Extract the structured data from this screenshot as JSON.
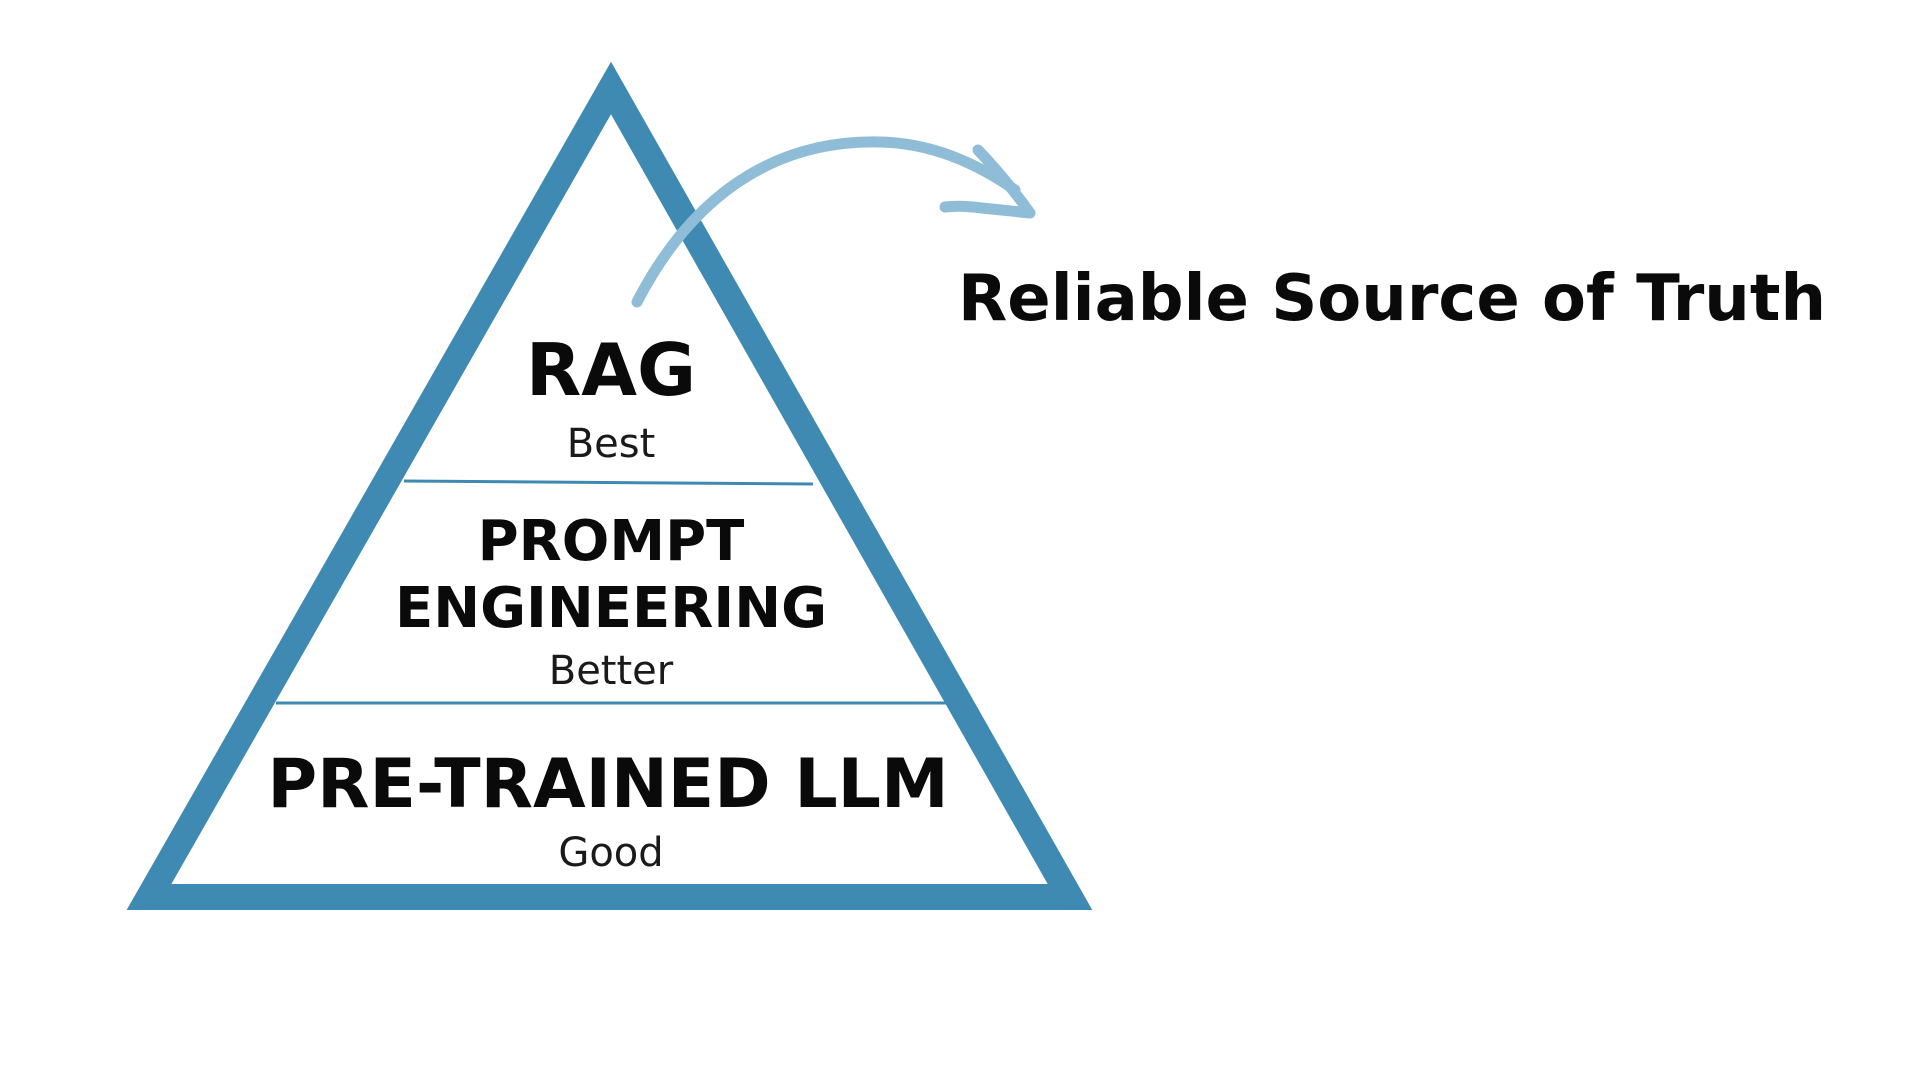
{
  "colors": {
    "triangle_stroke": "#3f8ab3",
    "divider": "#3f8ab3",
    "arrow": "#8fbcd6",
    "text": "#0a0a0a",
    "background": "#ffffff"
  },
  "pyramid": {
    "tiers": [
      {
        "id": "top",
        "title": "RAG",
        "rank": "Best"
      },
      {
        "id": "middle",
        "title_line1": "PROMPT",
        "title_line2": "ENGINEERING",
        "rank": "Better"
      },
      {
        "id": "bottom",
        "title": "PRE-TRAINED LLM",
        "rank": "Good"
      }
    ]
  },
  "callout": {
    "text": "Reliable Source of Truth",
    "arrow_icon": "curved-arrow-icon"
  }
}
